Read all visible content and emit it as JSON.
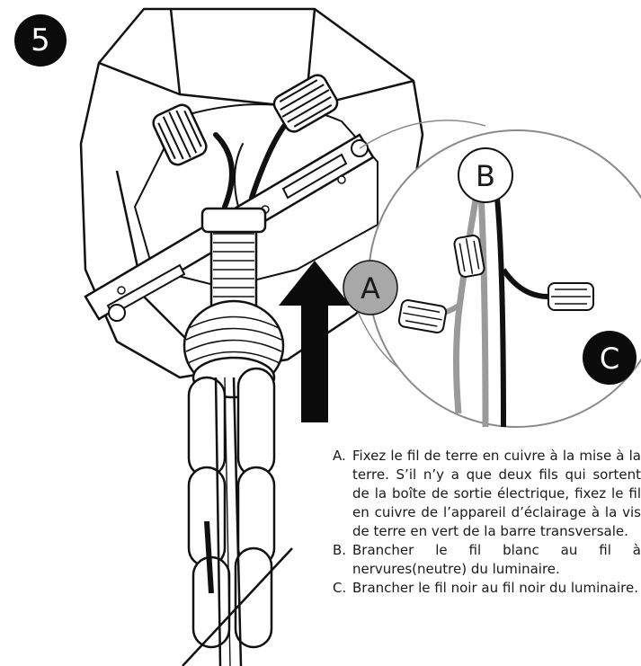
{
  "step": {
    "number": "5"
  },
  "callouts": {
    "a": {
      "label": "A",
      "fill": "#a8a8a8",
      "text_color": "#1a1a1a"
    },
    "b": {
      "label": "B",
      "fill": "#ffffff",
      "text_color": "#1a1a1a"
    },
    "c": {
      "label": "C",
      "fill": "#0b0b0b",
      "text_color": "#ffffff"
    }
  },
  "instructions": [
    {
      "letter": "A.",
      "text": "Fixez le fil de terre en cuivre à la mise à la terre. S’il n’y a que deux fils qui sortent de la boîte de sortie électrique, fixez le fil en cuivre de l’appareil d’éclairage à la vis de terre en vert de la barre transversale."
    },
    {
      "letter": "B.",
      "text": "Brancher le fil blanc au fil à nervures(neutre) du luminaire."
    },
    {
      "letter": "C.",
      "text": "Brancher le fil noir au fil noir du luminaire."
    }
  ],
  "colors": {
    "line": "#111111",
    "wire_gray": "#9a9a9a",
    "wire_black": "#111111",
    "arrow": "#0b0b0b"
  }
}
